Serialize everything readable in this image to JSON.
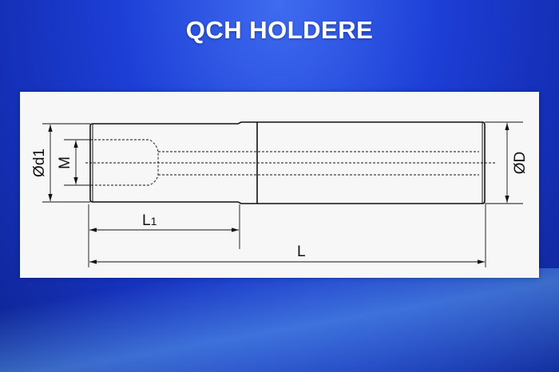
{
  "title": "QCH HOLDERE",
  "drawing": {
    "labels": {
      "d1": "Ød1",
      "M": "M",
      "L1_main": "L",
      "L1_sub": "1",
      "L": "L",
      "D": "ØD"
    }
  },
  "colors": {
    "line": "#111111",
    "panel": "#f7f7f7",
    "title": "#ffffff"
  }
}
